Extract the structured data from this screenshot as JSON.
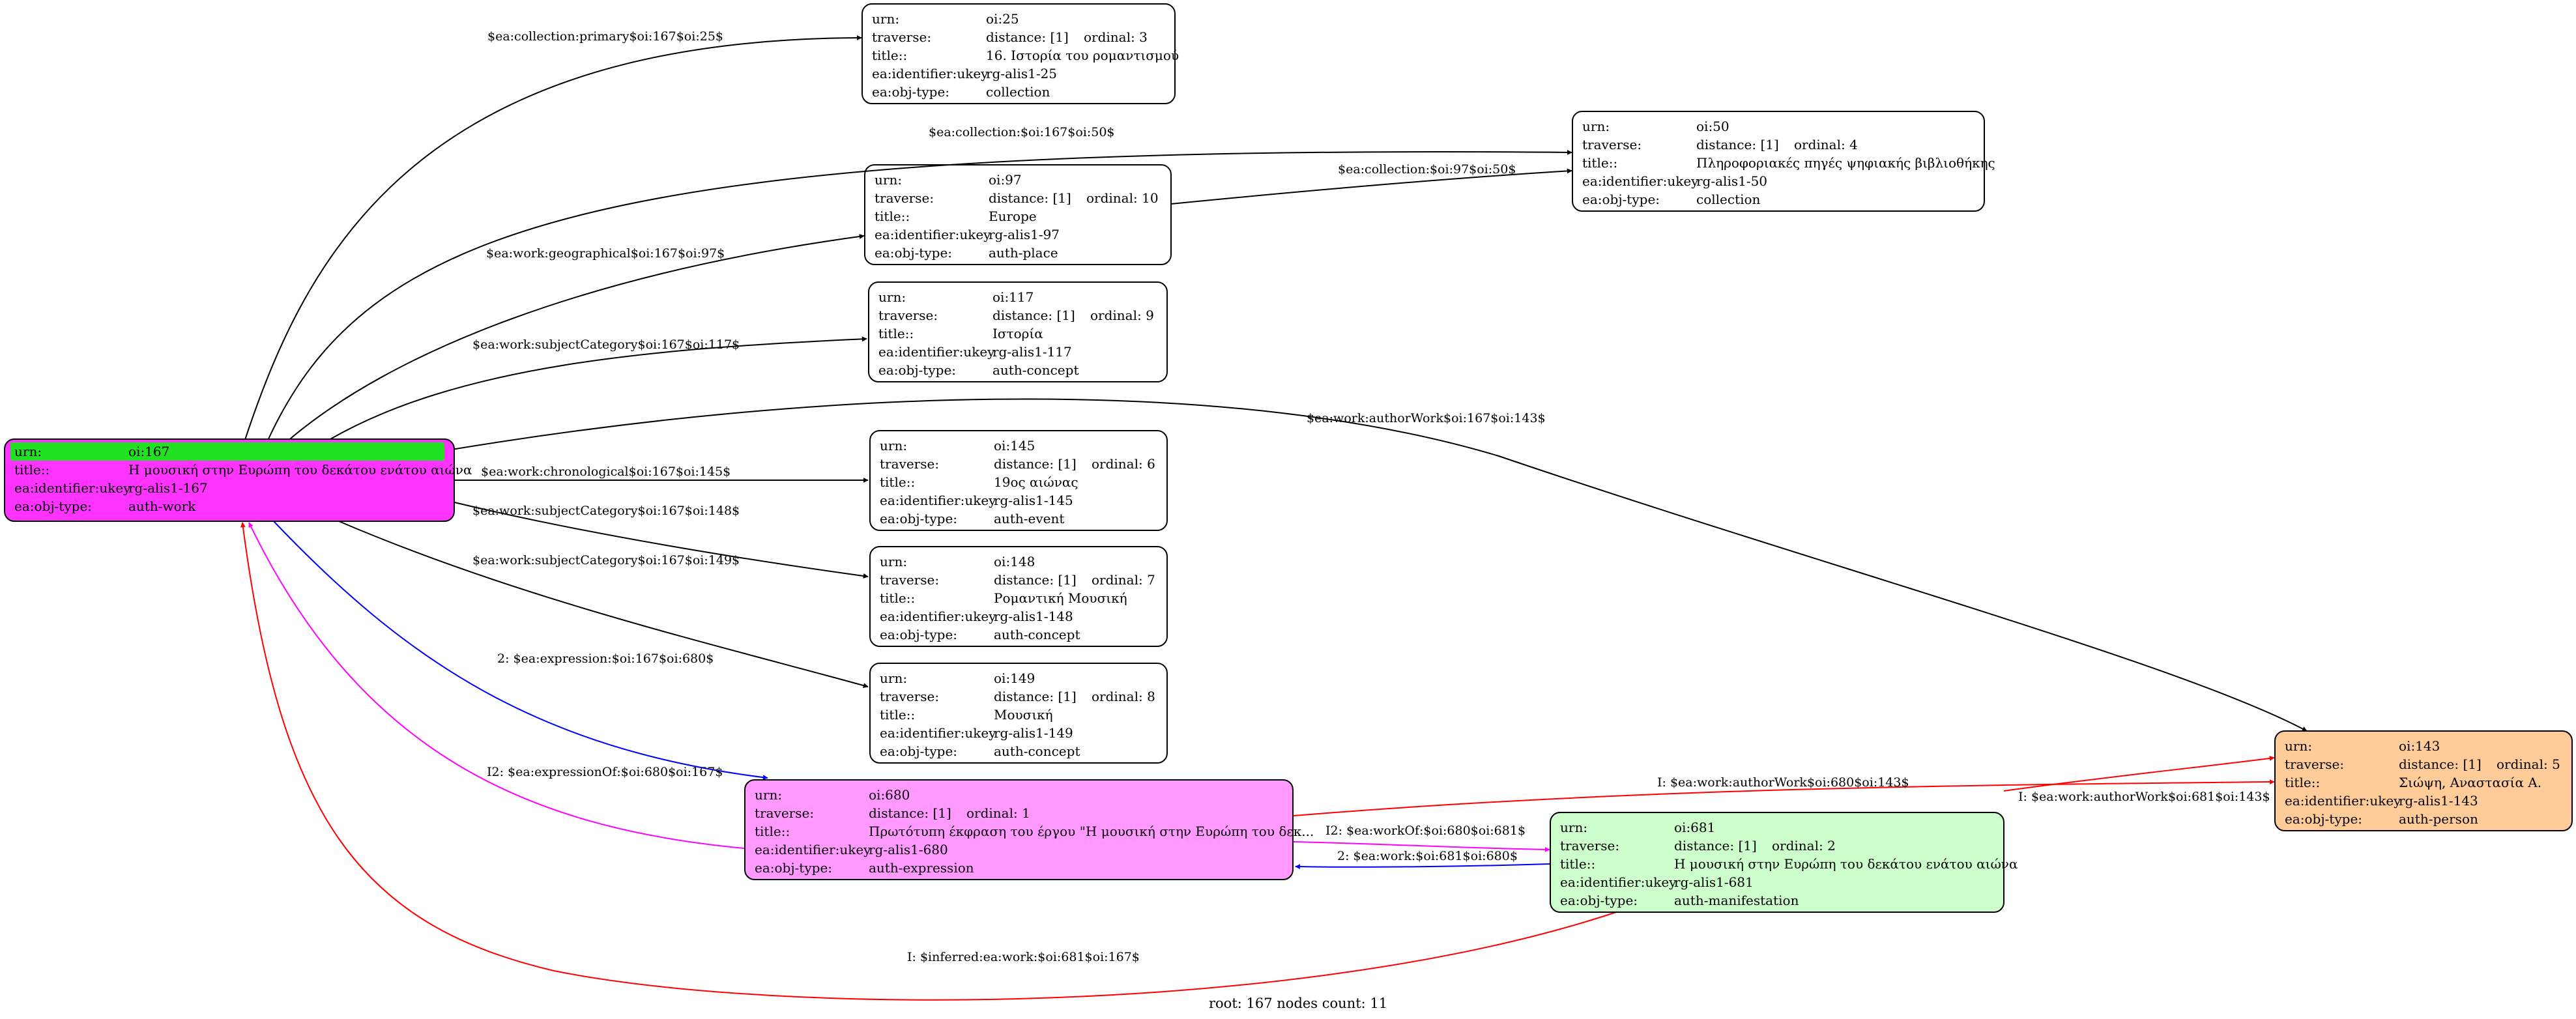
{
  "root_node": {
    "urn_key": "urn:",
    "urn": "oi:167",
    "title_key": "title::",
    "title": "Η μουσική στην Ευρώπη του δεκάτου ενάτου αιώνα",
    "ukey_key": "ea:identifier:ukey",
    "ukey": "rg-alis1-167",
    "type_key": "ea:obj-type:",
    "type": "auth-work"
  },
  "labels": {
    "urn": "urn:",
    "traverse": "traverse:",
    "title": "title::",
    "ukey": "ea:identifier:ukey",
    "type": "ea:obj-type:"
  },
  "nodes": [
    {
      "id": "n25",
      "urn": "oi:25",
      "distance": "distance: [1]",
      "ordinal": "ordinal: 3",
      "title": "16. Ιστορία του ρομαντισμού",
      "ukey": "rg-alis1-25",
      "type": "collection"
    },
    {
      "id": "n50",
      "urn": "oi:50",
      "distance": "distance: [1]",
      "ordinal": "ordinal: 4",
      "title": "Πληροφοριακές πηγές ψηφιακής βιβλιοθήκης",
      "ukey": "rg-alis1-50",
      "type": "collection"
    },
    {
      "id": "n97",
      "urn": "oi:97",
      "distance": "distance: [1]",
      "ordinal": "ordinal: 10",
      "title": "Europe",
      "ukey": "rg-alis1-97",
      "type": "auth-place"
    },
    {
      "id": "n117",
      "urn": "oi:117",
      "distance": "distance: [1]",
      "ordinal": "ordinal: 9",
      "title": "Ιστορία",
      "ukey": "rg-alis1-117",
      "type": "auth-concept"
    },
    {
      "id": "n145",
      "urn": "oi:145",
      "distance": "distance: [1]",
      "ordinal": "ordinal: 6",
      "title": "19ος αιώνας",
      "ukey": "rg-alis1-145",
      "type": "auth-event"
    },
    {
      "id": "n148",
      "urn": "oi:148",
      "distance": "distance: [1]",
      "ordinal": "ordinal: 7",
      "title": "Ρομαντική Μουσική",
      "ukey": "rg-alis1-148",
      "type": "auth-concept"
    },
    {
      "id": "n149",
      "urn": "oi:149",
      "distance": "distance: [1]",
      "ordinal": "ordinal: 8",
      "title": "Μουσική",
      "ukey": "rg-alis1-149",
      "type": "auth-concept"
    },
    {
      "id": "n680",
      "urn": "oi:680",
      "distance": "distance: [1]",
      "ordinal": "ordinal: 1",
      "title": "Πρωτότυπη έκφραση του έργου \"Η μουσική στην Ευρώπη του δεκ...",
      "ukey": "rg-alis1-680",
      "type": "auth-expression",
      "fill": "#ff99ff"
    },
    {
      "id": "n681",
      "urn": "oi:681",
      "distance": "distance: [1]",
      "ordinal": "ordinal: 2",
      "title": "Η μουσική στην Ευρώπη του δεκάτου ενάτου αιώνα",
      "ukey": "rg-alis1-681",
      "type": "auth-manifestation",
      "fill": "#ccffcc"
    },
    {
      "id": "n143",
      "urn": "oi:143",
      "distance": "distance: [1]",
      "ordinal": "ordinal: 5",
      "title": "Σιώψη, Αναστασία Α.",
      "ukey": "rg-alis1-143",
      "type": "auth-person",
      "fill": "#ffcc99"
    }
  ],
  "colors": {
    "root_fill": "#ff33ff",
    "root_urn_highlight": "#22e022",
    "edge_default": "#000000",
    "edge_blue": "#0000ff",
    "edge_magenta": "#ff00ff",
    "edge_red": "#ff0000"
  },
  "edges": [
    {
      "id": "e25",
      "label": "$ea:collection:primary$oi:167$oi:25$",
      "color": "#000000"
    },
    {
      "id": "e50",
      "label": "$ea:collection:$oi:167$oi:50$",
      "color": "#000000"
    },
    {
      "id": "e97",
      "label": "$ea:work:geographical$oi:167$oi:97$",
      "color": "#000000"
    },
    {
      "id": "e97_50",
      "label": "$ea:collection:$oi:97$oi:50$",
      "color": "#000000"
    },
    {
      "id": "e117",
      "label": "$ea:work:subjectCategory$oi:167$oi:117$",
      "color": "#000000"
    },
    {
      "id": "e143",
      "label": "$ea:work:authorWork$oi:167$oi:143$",
      "color": "#000000"
    },
    {
      "id": "e145",
      "label": "$ea:work:chronological$oi:167$oi:145$",
      "color": "#000000"
    },
    {
      "id": "e148",
      "label": "$ea:work:subjectCategory$oi:167$oi:148$",
      "color": "#000000"
    },
    {
      "id": "e149",
      "label": "$ea:work:subjectCategory$oi:167$oi:149$",
      "color": "#000000"
    },
    {
      "id": "e680",
      "label": "2: $ea:expression:$oi:167$oi:680$",
      "color": "#0000ff"
    },
    {
      "id": "e680inv",
      "label": "I2: $ea:expressionOf:$oi:680$oi:167$",
      "color": "#ff00ff"
    },
    {
      "id": "e680_143",
      "label": "I: $ea:work:authorWork$oi:680$oi:143$",
      "color": "#ff0000"
    },
    {
      "id": "e680_681",
      "label": "I2: $ea:workOf:$oi:680$oi:681$",
      "color": "#ff00ff"
    },
    {
      "id": "e681_680",
      "label": "2: $ea:work:$oi:681$oi:680$",
      "color": "#0000ff"
    },
    {
      "id": "e681_143",
      "label": "I: $ea:work:authorWork$oi:681$oi:143$",
      "color": "#ff0000"
    },
    {
      "id": "e681_167",
      "label": "I: $inferred:ea:work:$oi:681$oi:167$",
      "color": "#ff0000"
    }
  ],
  "footer": "root: 167 nodes count: 11"
}
